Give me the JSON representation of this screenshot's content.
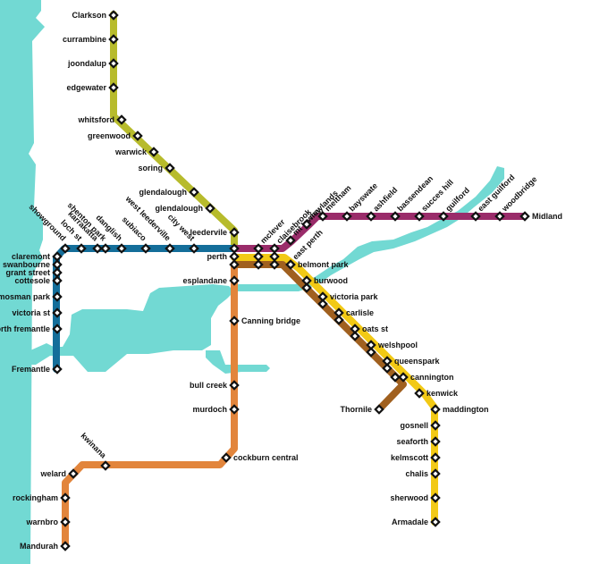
{
  "water_color": "#72d9d3",
  "lines": {
    "joondalup": {
      "color": "#b7bb2c"
    },
    "fremantle": {
      "color": "#146e9a"
    },
    "mandurah": {
      "color": "#e2853c"
    },
    "midland": {
      "color": "#9a2c6a"
    },
    "armadale": {
      "color": "#f2c915"
    },
    "thornlie": {
      "color": "#a0601f"
    }
  },
  "stations": {
    "clarkson": "Clarkson",
    "currambine": "currambine",
    "joondalup": "joondalup",
    "edgewater": "edgewater",
    "whitsford": "whitsford",
    "greenwood": "greenwood",
    "warwick": "warwick",
    "stirling": "soring",
    "glendalough1": "glendalough",
    "glendalough2": "glendalough",
    "leederville": "leedervile",
    "perth": "perth",
    "esplanade": "esplandane",
    "canning_bridge": "Canning bridge",
    "bull_creek": "bull creek",
    "murdoch": "murdoch",
    "cockburn": "cockburn central",
    "kwinana": "kwinana",
    "wellard": "welard",
    "rockingham": "rockingham",
    "warnbro": "warnbro",
    "mandurah": "Mandurah",
    "city_west": "city west",
    "west_leederville": "west leederville",
    "subiaco": "subiaco",
    "daglish": "danglish",
    "shenton_park": "shenton park",
    "karrakatta": "karrakatta",
    "loch_st": "loch st",
    "showgrounds": "showground",
    "claremont": "claremont",
    "swanbourne": "swanbourne",
    "grant_st": "grant street",
    "cottesloe": "cottesole",
    "mosman_park": "mosman park",
    "victoria_st": "victoria st",
    "north_fremantle": "north fremantle",
    "fremantle": "Fremantle",
    "mclver": "mclever",
    "claisebrook": "claisebrook",
    "mt_lawley": "mt lawley",
    "maylands": "maylands",
    "east_perth": "east perth",
    "meltham": "meltham",
    "bayswater": "bayswate",
    "ashfield": "ashfield",
    "bassendean": "bassendean",
    "success_hill": "succes hill",
    "guildford": "guilford",
    "east_guildford": "east guilford",
    "woodbridge": "woodbridge",
    "midland": "Midland",
    "belmont_park": "belmont park",
    "burswood": "burwood",
    "victoria_park": "victoria park",
    "carlisle": "carlisle",
    "oats_st": "oats st",
    "welshpool": "welshpool",
    "queens_park": "queenspark",
    "cannington": "cannington",
    "kenwick": "kenwick",
    "thornlie": "Thornile",
    "maddington": "maddington",
    "gosnells": "gosnell",
    "seaforth": "seaforth",
    "kelmscott": "kelmscott",
    "challis": "chalis",
    "sherwood": "sherwood",
    "armadale": "Armadale"
  }
}
